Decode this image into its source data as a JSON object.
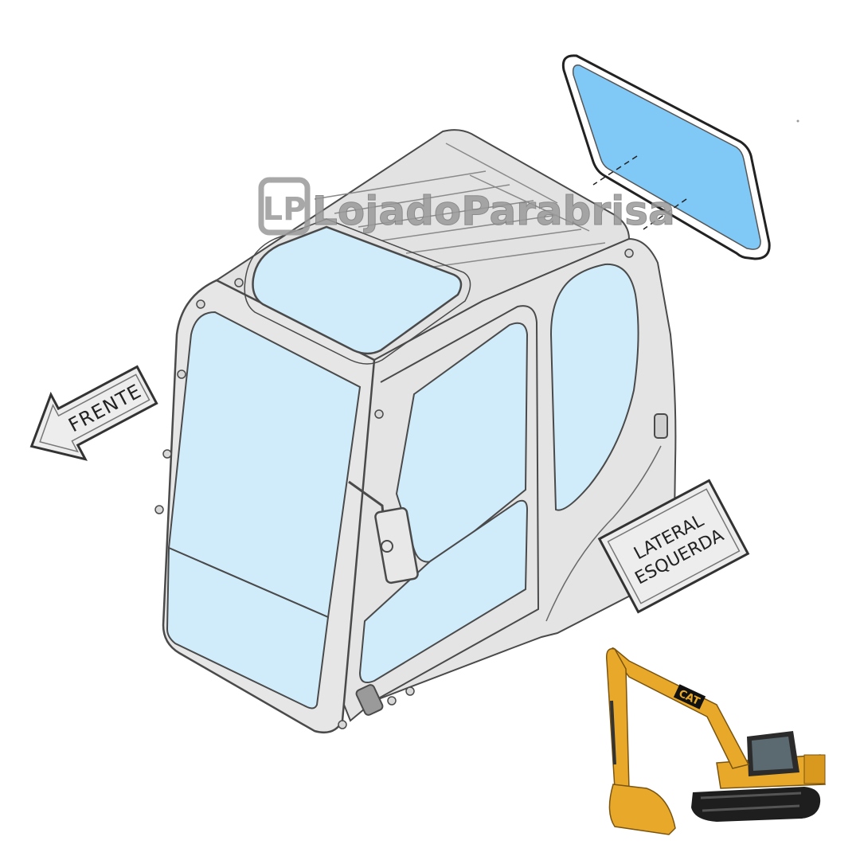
{
  "watermark": {
    "brand_text": "LojadoParabrisa",
    "logo_letters": "LP"
  },
  "labels": {
    "front": "FRENTE",
    "side_line1": "LATERAL",
    "side_line2": "ESQUERDA"
  },
  "excavator": {
    "brand_badge": "CAT"
  },
  "colors": {
    "glass_highlight": "#80C8F5",
    "glass_tint": "#D0ECFA",
    "cab_fill": "#E4E4E4",
    "cab_stroke": "#4A4A4A",
    "machine_yellow": "#E8A92B",
    "sign_fill": "#EDEDED"
  }
}
